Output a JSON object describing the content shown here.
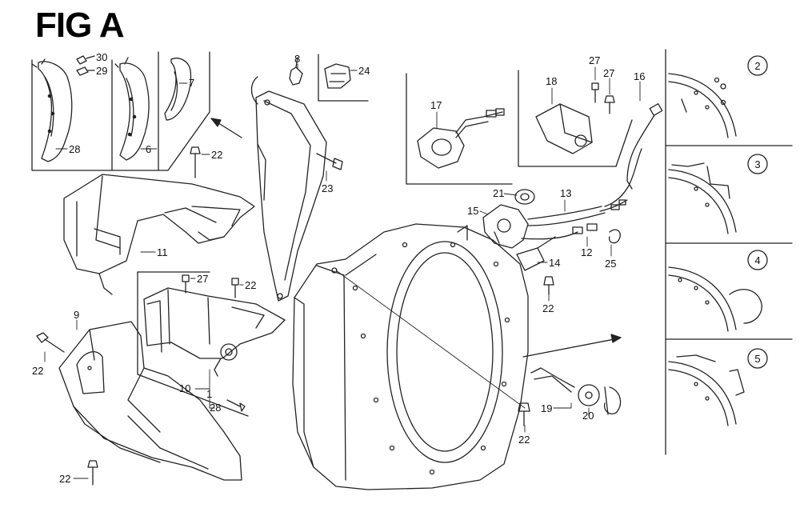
{
  "figure": {
    "title": "FIG A"
  },
  "callouts": {
    "n30": "30",
    "n29": "29",
    "n28a": "28",
    "n6": "6",
    "n7": "7",
    "n22a": "22",
    "n11": "11",
    "n27a": "27",
    "n22b": "22",
    "n9": "9",
    "n22c": "22",
    "n10": "10",
    "n1": "1",
    "n28b": "28",
    "n22d": "22",
    "n8": "8",
    "n24": "24",
    "n23": "23",
    "n17": "17",
    "n18": "18",
    "n27b": "27",
    "n27c": "27",
    "n16": "16",
    "n21": "21",
    "n13": "13",
    "n15": "15",
    "n14": "14",
    "n12": "12",
    "n25": "25",
    "n22e": "22",
    "n19": "19",
    "n20": "20",
    "n22f": "22"
  },
  "variants": {
    "v2": "2",
    "v3": "3",
    "v4": "4",
    "v5": "5"
  }
}
